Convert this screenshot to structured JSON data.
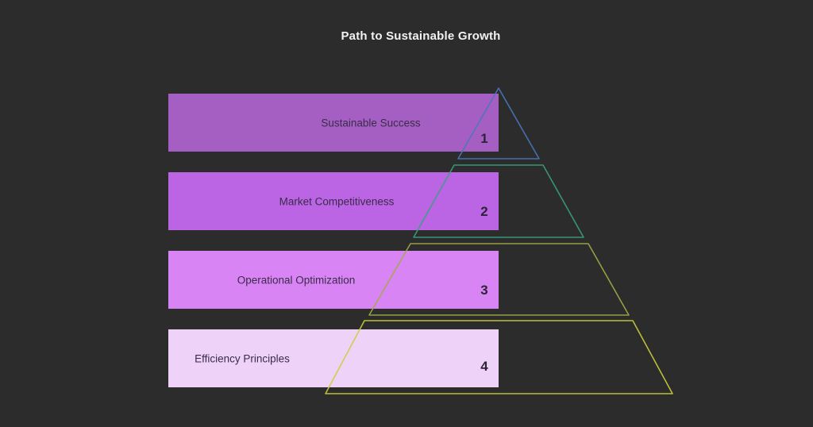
{
  "title": "Path to Sustainable Growth",
  "colors": {
    "background": "#2c2c2c",
    "title_text": "#f2f2f2",
    "label_text": "#3a2c4a",
    "number_text": "#2b2336"
  },
  "pyramid": {
    "levels": [
      {
        "rank": "1",
        "label": "Sustainable Success",
        "bar_color": "#a55fc3",
        "outline_color": "#4878ba"
      },
      {
        "rank": "2",
        "label": "Market Competitiveness",
        "bar_color": "#bb64e4",
        "outline_color": "#38a081"
      },
      {
        "rank": "3",
        "label": "Operational Optimization",
        "bar_color": "#d884f4",
        "outline_color": "#a2aa45"
      },
      {
        "rank": "4",
        "label": "Efficiency Principles",
        "bar_color": "#eed2f7",
        "outline_color": "#cbce3b"
      }
    ]
  }
}
